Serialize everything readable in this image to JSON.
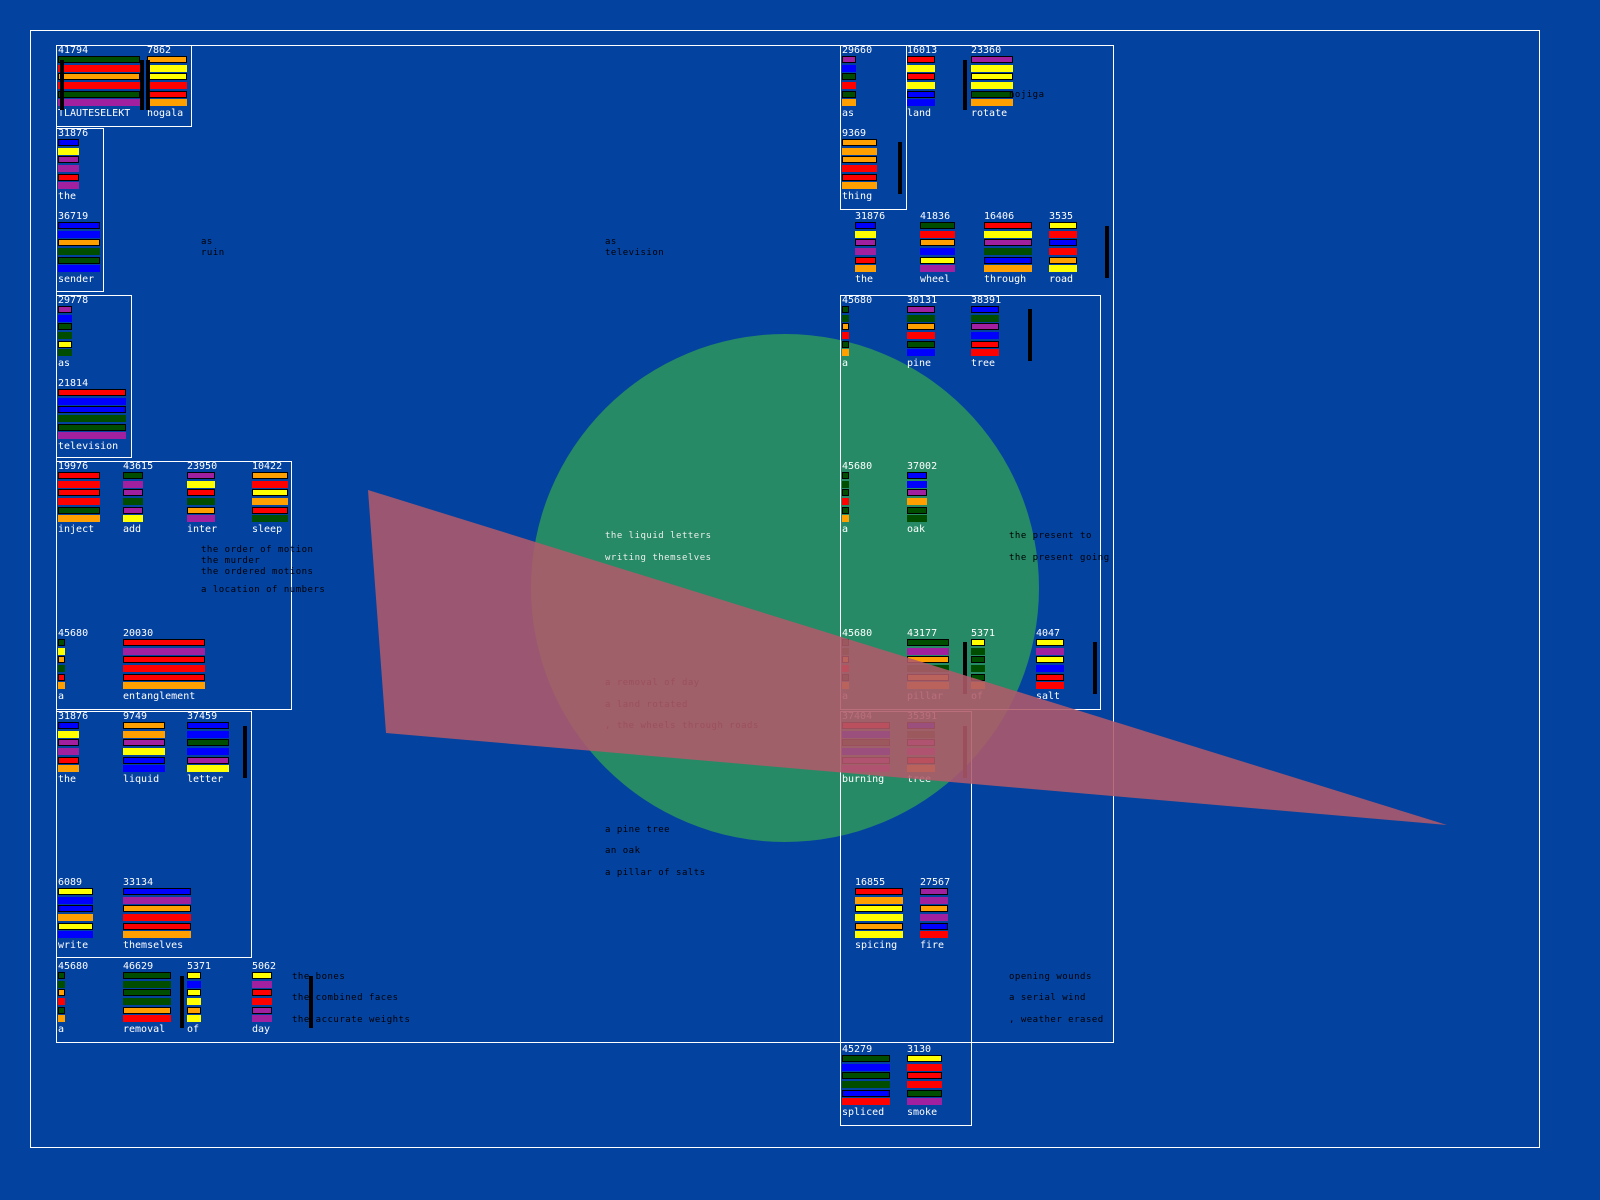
{
  "palette": {
    "g": "#004d00",
    "r": "#ff0000",
    "o": "#ffa000",
    "y": "#ffff00",
    "p": "#a020a0",
    "b": "#0000ff"
  },
  "background": "#0442a0",
  "circle_color": "#268a66",
  "triangle_color": "#a85a68",
  "cells": [
    {
      "num": "41794",
      "label": "TLAUTESELEKT",
      "bars": "grorgp"
    },
    {
      "num": "7862",
      "label": "hogala",
      "bars": "oyyrro"
    },
    {
      "num": "31876",
      "label": "the",
      "bars": "bypprp"
    },
    {
      "num": "36719",
      "label": "sender",
      "bars": "bboggb"
    },
    {
      "num": "29778",
      "label": "as",
      "bars": "pbggyg"
    },
    {
      "num": "21814",
      "label": "television",
      "bars": "rbbggp"
    },
    {
      "num": "19976",
      "label": "inject",
      "bars": "rrrrgo"
    },
    {
      "num": "43615",
      "label": "add",
      "bars": "gppgpy"
    },
    {
      "num": "23950",
      "label": "inter",
      "bars": "pyrgop"
    },
    {
      "num": "10422",
      "label": "sleep",
      "bars": "oryorg"
    },
    {
      "num": "45680",
      "label": "a",
      "bars": "gyogro"
    },
    {
      "num": "20030",
      "label": "entanglement",
      "bars": "rprrro"
    },
    {
      "num": "31876",
      "label": "the",
      "bars": "byppro"
    },
    {
      "num": "9749",
      "label": "liquid",
      "bars": "oopybb"
    },
    {
      "num": "37459",
      "label": "letter",
      "bars": "bbgbpy"
    },
    {
      "num": "6089",
      "label": "write",
      "bars": "ybboyb"
    },
    {
      "num": "33134",
      "label": "themselves",
      "bars": "bporro"
    },
    {
      "num": "45680",
      "label": "a",
      "bars": "ggorgo"
    },
    {
      "num": "46629",
      "label": "removal",
      "bars": "ggggor"
    },
    {
      "num": "5371",
      "label": "of",
      "bars": "ybyyoy"
    },
    {
      "num": "5062",
      "label": "day",
      "bars": "yprrpp"
    },
    {
      "num": "29660",
      "label": "as",
      "bars": "pbgrgo"
    },
    {
      "num": "16013",
      "label": "land",
      "bars": "ryrybb"
    },
    {
      "num": "23360",
      "label": "rotate",
      "bars": "pyyygo"
    },
    {
      "num": "9369",
      "label": "thing",
      "bars": "ooorro"
    },
    {
      "num": "31876",
      "label": "the",
      "bars": "byppro"
    },
    {
      "num": "41836",
      "label": "wheel",
      "bars": "grobyp"
    },
    {
      "num": "16406",
      "label": "through",
      "bars": "rypgbo"
    },
    {
      "num": "3535",
      "label": "road",
      "bars": "yrbroy"
    },
    {
      "num": "45680",
      "label": "a",
      "bars": "ggorgo"
    },
    {
      "num": "30131",
      "label": "pine",
      "bars": "pgorgb"
    },
    {
      "num": "38391",
      "label": "tree",
      "bars": "bgpbrr"
    },
    {
      "num": "45680",
      "label": "a",
      "bars": "gggrgo"
    },
    {
      "num": "37002",
      "label": "oak",
      "bars": "bbpogg"
    },
    {
      "num": "45680",
      "label": "a",
      "bars": "ggorgo"
    },
    {
      "num": "43177",
      "label": "pillar",
      "bars": "gpogoo"
    },
    {
      "num": "5371",
      "label": "of",
      "bars": "yggggo"
    },
    {
      "num": "4047",
      "label": "salt",
      "bars": "ypybrr"
    },
    {
      "num": "37404",
      "label": "burning",
      "bars": "rbgbpp"
    },
    {
      "num": "35391",
      "label": "tree",
      "bars": "bgppro"
    },
    {
      "num": "16855",
      "label": "spicing",
      "bars": "royyoy"
    },
    {
      "num": "27567",
      "label": "fire",
      "bars": "ppopbr"
    },
    {
      "num": "45279",
      "label": "spliced",
      "bars": "gbggbr"
    },
    {
      "num": "3130",
      "label": "smoke",
      "bars": "yrrrgp"
    }
  ],
  "phrases": [
    "as",
    "ruin",
    "as",
    "television",
    "the order of motion",
    "the murder",
    "the ordered motions",
    "a location of numbers",
    "the liquid letters",
    "writing themselves",
    "a removal of day",
    "a land rotated",
    ", the wheels through roads",
    "a pine tree",
    "an oak",
    "a pillar of salts",
    "the present to",
    "the present going",
    "the bones",
    "the combined faces",
    "the accurate weights",
    "opening wounds",
    "a serial wind",
    ", weather erased",
    "nojiga"
  ]
}
